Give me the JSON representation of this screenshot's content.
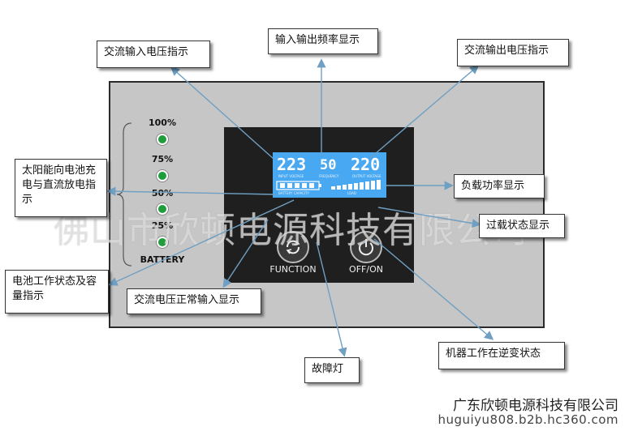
{
  "callouts": {
    "ac_input_voltage": "交流输入电压指示",
    "io_frequency": "输入输出频率显示",
    "ac_output_voltage": "交流输出电压指示",
    "solar_charge": "太阳能向电池充电与直流放电指示",
    "load_power": "负载功率显示",
    "overload": "过载状态显示",
    "battery_status": "电池工作状态及容量指示",
    "ac_normal_input": "交流电压正常输入显示",
    "fault_light": "故障灯",
    "inverter_status": "机器工作在逆变状态"
  },
  "battery_levels": [
    "100%",
    "75%",
    "50%",
    "25%"
  ],
  "battery_label": "BATTERY",
  "lcd": {
    "input_voltage": "223",
    "frequency": "50",
    "output_voltage": "220",
    "input_voltage_caption": "INPUT VOLTAGE",
    "frequency_caption": "FREQUENCY",
    "output_voltage_caption": "OUTPUT VOLTAGE",
    "battery_caption": "BATTERY CAPACITY",
    "load_caption": "LOAD"
  },
  "buttons": {
    "function_label": "FUNCTION",
    "power_label": "OFF/ON"
  },
  "watermark": "佛山市欣顿电源科技有限公司",
  "footer": {
    "company": "广东欣顿电源科技有限公司",
    "url": "huguiyu808.b2b.hc360.com"
  },
  "colors": {
    "panel": "#c6c6c6",
    "lcd": "#48a8f2",
    "led": "#1e9d3a",
    "arrow": "#6f9fc2"
  }
}
